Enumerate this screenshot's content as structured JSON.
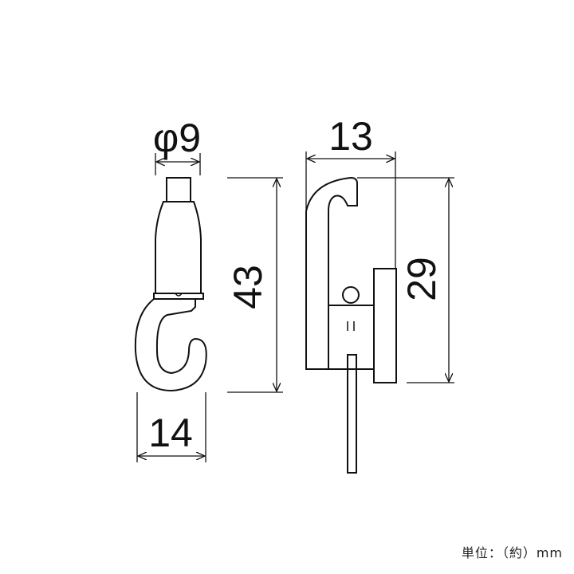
{
  "dimensions": {
    "diameter": "φ9",
    "hook_height": "43",
    "hook_width": "14",
    "side_width": "13",
    "side_height": "29"
  },
  "unit_note": "単位：（約）mm"
}
